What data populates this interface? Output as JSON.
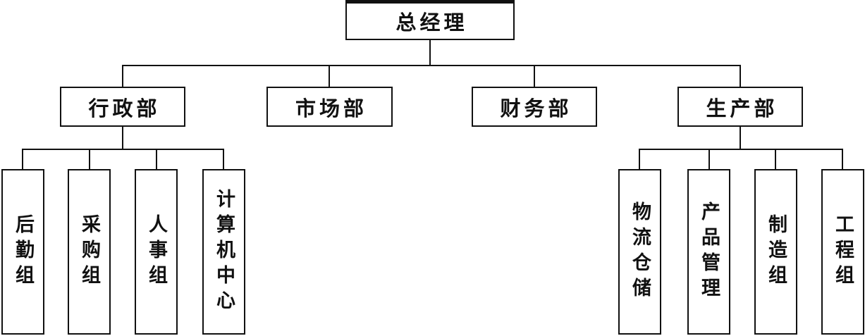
{
  "org": {
    "root": {
      "label": "总经理"
    },
    "departments": [
      {
        "label": "行政部"
      },
      {
        "label": "市场部"
      },
      {
        "label": "财务部"
      },
      {
        "label": "生产部"
      }
    ],
    "admin_children": [
      {
        "label": "后勤组"
      },
      {
        "label": "采购组"
      },
      {
        "label": "人事组"
      },
      {
        "label": "计算机中心"
      }
    ],
    "production_children": [
      {
        "label": "物流仓储"
      },
      {
        "label": "产品管理"
      },
      {
        "label": "制造组"
      },
      {
        "label": "工程组"
      }
    ],
    "colors": {
      "line": "#111111",
      "box_border": "#111111",
      "box_fill": "#ffffff",
      "text": "#111111",
      "background": "#ffffff"
    }
  }
}
